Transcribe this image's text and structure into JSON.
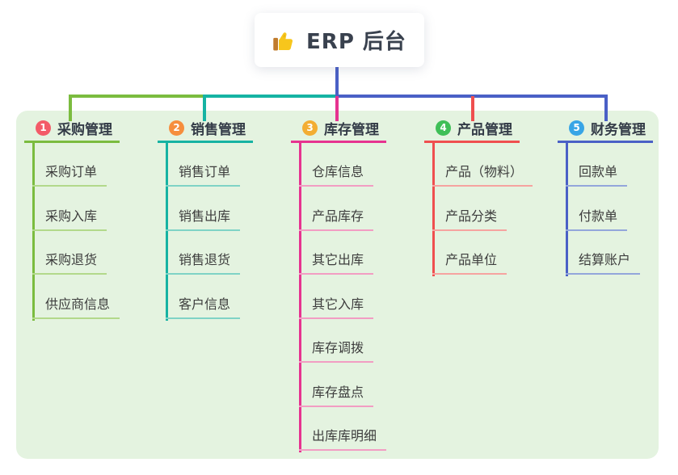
{
  "root": {
    "title": "ERP 后台",
    "icon": "thumbs-up-icon"
  },
  "panel": {
    "background": "#e4f3e0"
  },
  "connectors": {
    "root_line_color": "#4a60c6",
    "bus_segments": [
      "#7bbc3f",
      "#16b3a3",
      "#4a60c6"
    ]
  },
  "branches": [
    {
      "number": "1",
      "title": "采购管理",
      "badge_color": "#f35b68",
      "line_color": "#7bbc3f",
      "child_line_color": "#b2d98b",
      "children": [
        "采购订单",
        "采购入库",
        "采购退货",
        "供应商信息"
      ]
    },
    {
      "number": "2",
      "title": "销售管理",
      "badge_color": "#f68e3d",
      "line_color": "#16b3a3",
      "child_line_color": "#7fd3c6",
      "children": [
        "销售订单",
        "销售出库",
        "销售退货",
        "客户信息"
      ]
    },
    {
      "number": "3",
      "title": "库存管理",
      "badge_color": "#f3ad32",
      "line_color": "#e63390",
      "child_line_color": "#f29dc3",
      "children": [
        "仓库信息",
        "产品库存",
        "其它出库",
        "其它入库",
        "库存调拨",
        "库存盘点",
        "出库库明细"
      ]
    },
    {
      "number": "4",
      "title": "产品管理",
      "badge_color": "#3fbf57",
      "line_color": "#ef4f4f",
      "child_line_color": "#f6a3a0",
      "children": [
        "产品（物料）",
        "产品分类",
        "产品单位"
      ]
    },
    {
      "number": "5",
      "title": "财务管理",
      "badge_color": "#38a5e6",
      "line_color": "#4a60c6",
      "child_line_color": "#93a6db",
      "children": [
        "回款单",
        "付款单",
        "结算账户"
      ]
    }
  ]
}
